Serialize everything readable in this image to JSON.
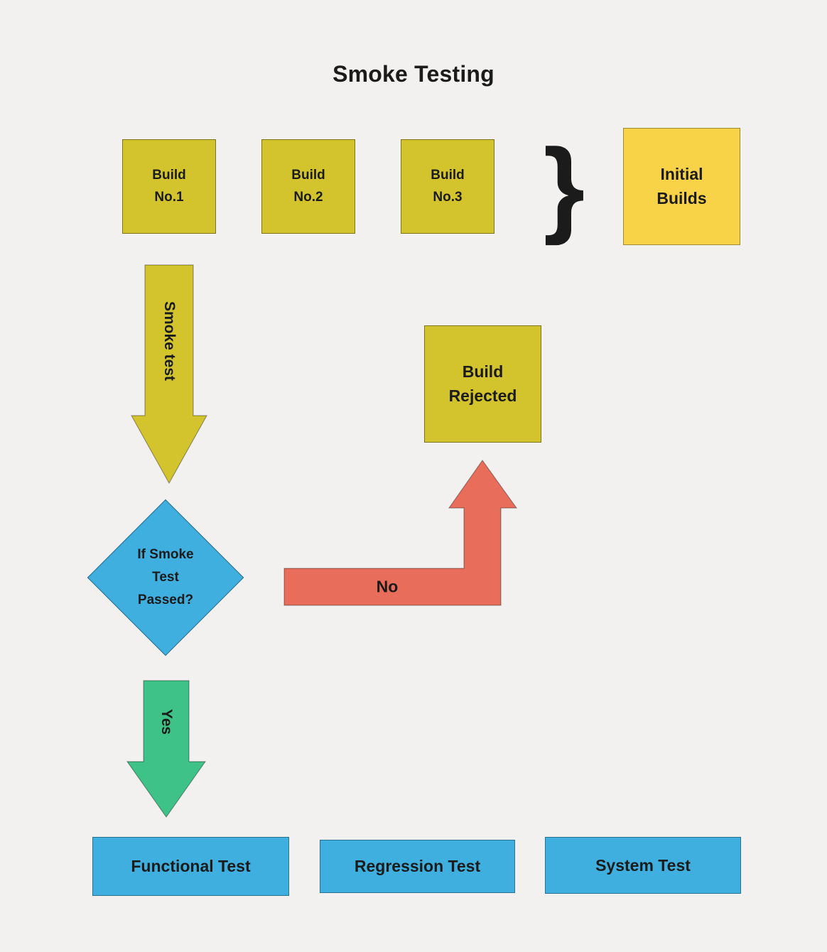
{
  "title": "Smoke Testing",
  "colors": {
    "background": "#f2f1ef",
    "mustard": "#d3c32d",
    "bright_yellow": "#f8d347",
    "blue": "#3fafdf",
    "green": "#3ec287",
    "red": "#e96d5b",
    "text": "#1b1b1b"
  },
  "top_row": {
    "builds": [
      {
        "label": "Build\nNo.1"
      },
      {
        "label": "Build\nNo.2"
      },
      {
        "label": "Build\nNo.3"
      }
    ],
    "brace_glyph": "}",
    "initial_builds": "Initial\nBuilds"
  },
  "flow": {
    "smoke_arrow": "Smoke test",
    "decision": "If Smoke\nTest\nPassed?",
    "rejected": "Build\nRejected",
    "no": "No",
    "yes": "Yes"
  },
  "bottom_row": [
    {
      "label": "Functional Test"
    },
    {
      "label": "Regression Test"
    },
    {
      "label": "System Test"
    }
  ]
}
